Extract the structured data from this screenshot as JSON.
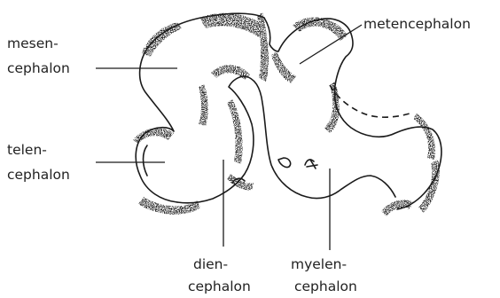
{
  "labels": {
    "mesencephalon": {
      "line1": "mesen-",
      "line2": "cephalon"
    },
    "metencephalon": {
      "line1": "metencephalon"
    },
    "telencephalon": {
      "line1": "telen-",
      "line2": "cephalon"
    },
    "diencephalon": {
      "line1": "dien-",
      "line2": "cephalon"
    },
    "myelencephalon": {
      "line1": "myelen-",
      "line2": "cephalon"
    }
  }
}
